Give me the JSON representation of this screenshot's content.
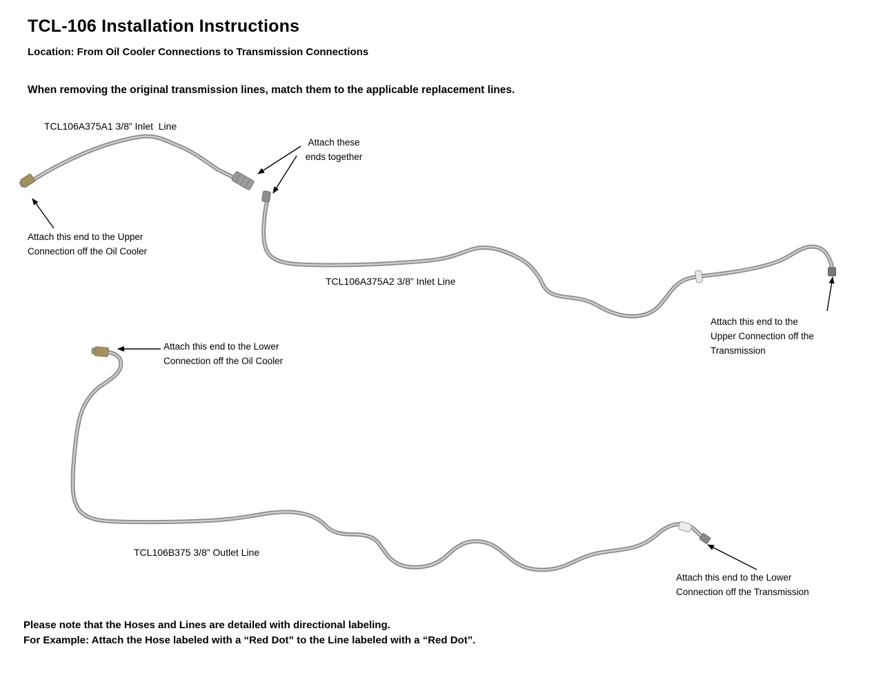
{
  "page": {
    "title": "TCL-106 Installation Instructions",
    "location": "Location: From Oil Cooler Connections to Transmission Connections",
    "instruction": "When removing the original transmission lines, match them to the applicable replacement lines.",
    "notes": {
      "line1": "Please note that the Hoses and Lines are detailed with directional labeling.",
      "line2": "For Example: Attach the Hose labeled with a “Red Dot” to the Line labeled with a “Red Dot”."
    }
  },
  "diagram": {
    "line_labels": {
      "inlet1": "TCL106A375A1 3/8” Inlet  Line",
      "inlet2": "TCL106A375A2 3/8” Inlet Line",
      "outlet": "TCL106B375 3/8” Outlet Line"
    },
    "callouts": {
      "ends_together": "Attach these\nends together",
      "upper_oil_cooler": "Attach this end to the Upper\nConnection off the Oil Cooler",
      "upper_transmission": "Attach this end to the\nUpper Connection off the\nTransmission",
      "lower_oil_cooler": "Attach this end to the Lower\nConnection off the Oil Cooler",
      "lower_transmission": "Attach this end to the Lower\nConnection off the Transmission"
    },
    "colors": {
      "tube": "#8d8d8d",
      "tube_highlight": "#d2d2d2",
      "brass_fitting": "#a39162",
      "steel_fitting": "#9c9c9c",
      "clip": "#e8e8e8",
      "arrow": "#000000"
    }
  }
}
